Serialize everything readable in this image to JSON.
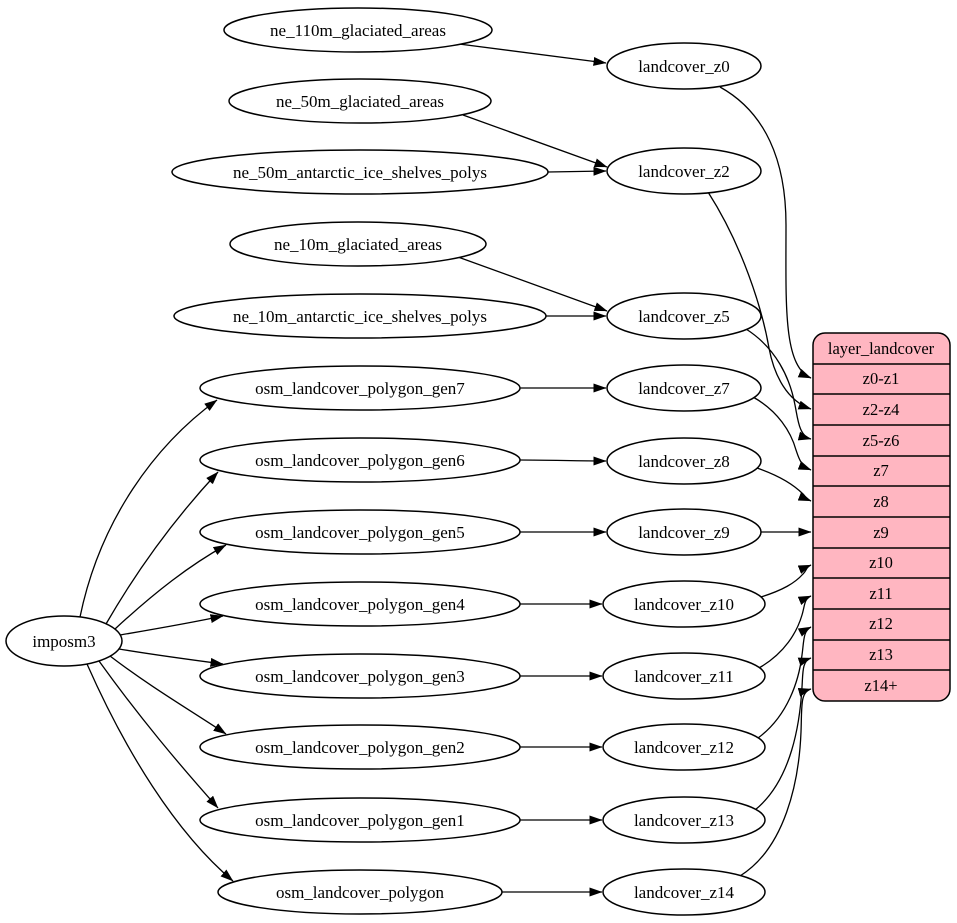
{
  "diagram": {
    "kind": "dependency-graph",
    "background": "#ffffff"
  },
  "colors": {
    "node_fill": "#ffffff",
    "node_stroke": "#000000",
    "edge_color": "#000000",
    "table_fill": "#ffb6c1",
    "text_color": "#000000"
  },
  "nodes": {
    "imposm3": {
      "label": "imposm3"
    },
    "ne_110m_glaciated_areas": {
      "label": "ne_110m_glaciated_areas"
    },
    "ne_50m_glaciated_areas": {
      "label": "ne_50m_glaciated_areas"
    },
    "ne_50m_antarctic_ice_shelves_polys": {
      "label": "ne_50m_antarctic_ice_shelves_polys"
    },
    "ne_10m_glaciated_areas": {
      "label": "ne_10m_glaciated_areas"
    },
    "ne_10m_antarctic_ice_shelves_polys": {
      "label": "ne_10m_antarctic_ice_shelves_polys"
    },
    "osm_landcover_polygon_gen7": {
      "label": "osm_landcover_polygon_gen7"
    },
    "osm_landcover_polygon_gen6": {
      "label": "osm_landcover_polygon_gen6"
    },
    "osm_landcover_polygon_gen5": {
      "label": "osm_landcover_polygon_gen5"
    },
    "osm_landcover_polygon_gen4": {
      "label": "osm_landcover_polygon_gen4"
    },
    "osm_landcover_polygon_gen3": {
      "label": "osm_landcover_polygon_gen3"
    },
    "osm_landcover_polygon_gen2": {
      "label": "osm_landcover_polygon_gen2"
    },
    "osm_landcover_polygon_gen1": {
      "label": "osm_landcover_polygon_gen1"
    },
    "osm_landcover_polygon": {
      "label": "osm_landcover_polygon"
    },
    "landcover_z0": {
      "label": "landcover_z0"
    },
    "landcover_z2": {
      "label": "landcover_z2"
    },
    "landcover_z5": {
      "label": "landcover_z5"
    },
    "landcover_z7": {
      "label": "landcover_z7"
    },
    "landcover_z8": {
      "label": "landcover_z8"
    },
    "landcover_z9": {
      "label": "landcover_z9"
    },
    "landcover_z10": {
      "label": "landcover_z10"
    },
    "landcover_z11": {
      "label": "landcover_z11"
    },
    "landcover_z12": {
      "label": "landcover_z12"
    },
    "landcover_z13": {
      "label": "landcover_z13"
    },
    "landcover_z14": {
      "label": "landcover_z14"
    }
  },
  "table": {
    "title": "layer_landcover",
    "rows": [
      "z0-z1",
      "z2-z4",
      "z5-z6",
      "z7",
      "z8",
      "z9",
      "z10",
      "z11",
      "z12",
      "z13",
      "z14+"
    ]
  },
  "edges": [
    {
      "from": "ne_110m_glaciated_areas",
      "to": "landcover_z0"
    },
    {
      "from": "ne_50m_glaciated_areas",
      "to": "landcover_z2"
    },
    {
      "from": "ne_50m_antarctic_ice_shelves_polys",
      "to": "landcover_z2"
    },
    {
      "from": "ne_10m_glaciated_areas",
      "to": "landcover_z5"
    },
    {
      "from": "ne_10m_antarctic_ice_shelves_polys",
      "to": "landcover_z5"
    },
    {
      "from": "osm_landcover_polygon_gen7",
      "to": "landcover_z7"
    },
    {
      "from": "osm_landcover_polygon_gen6",
      "to": "landcover_z8"
    },
    {
      "from": "osm_landcover_polygon_gen5",
      "to": "landcover_z9"
    },
    {
      "from": "osm_landcover_polygon_gen4",
      "to": "landcover_z10"
    },
    {
      "from": "osm_landcover_polygon_gen3",
      "to": "landcover_z11"
    },
    {
      "from": "osm_landcover_polygon_gen2",
      "to": "landcover_z12"
    },
    {
      "from": "osm_landcover_polygon_gen1",
      "to": "landcover_z13"
    },
    {
      "from": "osm_landcover_polygon",
      "to": "landcover_z14"
    },
    {
      "from": "imposm3",
      "to": "osm_landcover_polygon_gen7"
    },
    {
      "from": "imposm3",
      "to": "osm_landcover_polygon_gen6"
    },
    {
      "from": "imposm3",
      "to": "osm_landcover_polygon_gen5"
    },
    {
      "from": "imposm3",
      "to": "osm_landcover_polygon_gen4"
    },
    {
      "from": "imposm3",
      "to": "osm_landcover_polygon_gen3"
    },
    {
      "from": "imposm3",
      "to": "osm_landcover_polygon_gen2"
    },
    {
      "from": "imposm3",
      "to": "osm_landcover_polygon_gen1"
    },
    {
      "from": "imposm3",
      "to": "osm_landcover_polygon"
    },
    {
      "from": "landcover_z0",
      "to": "layer_landcover.z0-z1"
    },
    {
      "from": "landcover_z2",
      "to": "layer_landcover.z2-z4"
    },
    {
      "from": "landcover_z5",
      "to": "layer_landcover.z5-z6"
    },
    {
      "from": "landcover_z7",
      "to": "layer_landcover.z7"
    },
    {
      "from": "landcover_z8",
      "to": "layer_landcover.z8"
    },
    {
      "from": "landcover_z9",
      "to": "layer_landcover.z9"
    },
    {
      "from": "landcover_z10",
      "to": "layer_landcover.z10"
    },
    {
      "from": "landcover_z11",
      "to": "layer_landcover.z11"
    },
    {
      "from": "landcover_z12",
      "to": "layer_landcover.z12"
    },
    {
      "from": "landcover_z13",
      "to": "layer_landcover.z13"
    },
    {
      "from": "landcover_z14",
      "to": "layer_landcover.z14+"
    }
  ]
}
